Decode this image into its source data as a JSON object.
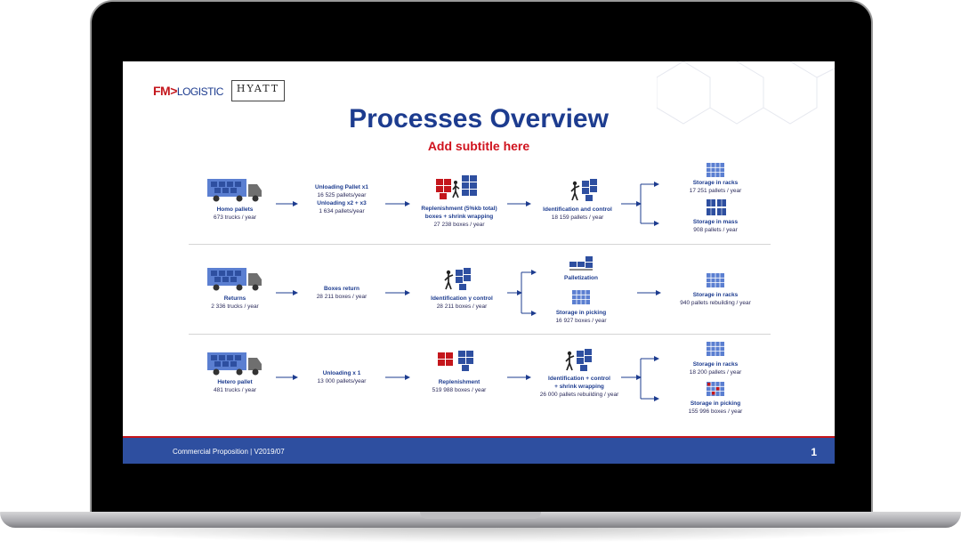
{
  "slide": {
    "logo_fm": "FM",
    "logo_fm_suffix": "LOGISTIC",
    "logo_hyatt": "HYATT",
    "title": "Processes Overview",
    "subtitle": "Add subtitle here",
    "footer": "Commercial Proposition | V2019/07",
    "page_number": "1"
  },
  "rows": [
    {
      "source": {
        "label": "Homo pallets",
        "value": "673 trucks / year"
      },
      "unloading": {
        "label1": "Unloading Pallet x1",
        "value1": "16 525 pallets/year",
        "label2": "Unloading x2 + x3",
        "value2": "1 634 pallets/year"
      },
      "step2": {
        "label": "Replenishment (5%kb total)",
        "label2": "boxes + shrink wrapping",
        "value": "27 238 boxes / year"
      },
      "step3": {
        "label": "Identification and control",
        "value": "18 159 pallets / year"
      },
      "out_a": {
        "label": "Storage in racks",
        "value": "17 251 pallets / year"
      },
      "out_b": {
        "label": "Storage in mass",
        "value": "908 pallets / year"
      }
    },
    {
      "source": {
        "label": "Returns",
        "value": "2 336 trucks / year"
      },
      "unloading": {
        "label": "Boxes return",
        "value": "28 211 boxes / year"
      },
      "step2": {
        "label": "Identification y control",
        "value": "28 211 boxes / year"
      },
      "branch_a": {
        "label": "Palletization"
      },
      "branch_b": {
        "label": "Storage in picking",
        "value": "16 927 boxes / year"
      },
      "out": {
        "label": "Storage in racks",
        "value": "940 pallets rebuilding / year"
      }
    },
    {
      "source": {
        "label": "Hetero pallet",
        "value": "481 trucks / year"
      },
      "unloading": {
        "label": "Unloading x 1",
        "value": "13 000 pallets/year"
      },
      "step2": {
        "label": "Replenishment",
        "value": "519 988 boxes / year"
      },
      "step3": {
        "label": "Identification + control",
        "label2": "+ shrink wrapping",
        "value": "26 000  pallets rebuilding  / year"
      },
      "out_a": {
        "label": "Storage in racks",
        "value": "18 200 pallets / year"
      },
      "out_b": {
        "label": "Storage in picking",
        "value": "155 996 boxes / year"
      }
    }
  ],
  "icons": [
    "truck-icon",
    "boxes-icon",
    "worker-icon",
    "rack-icon"
  ],
  "colors": {
    "brand_blue": "#1d3c8f",
    "brand_red": "#c4161c",
    "footer_blue": "#2e4fa0"
  }
}
